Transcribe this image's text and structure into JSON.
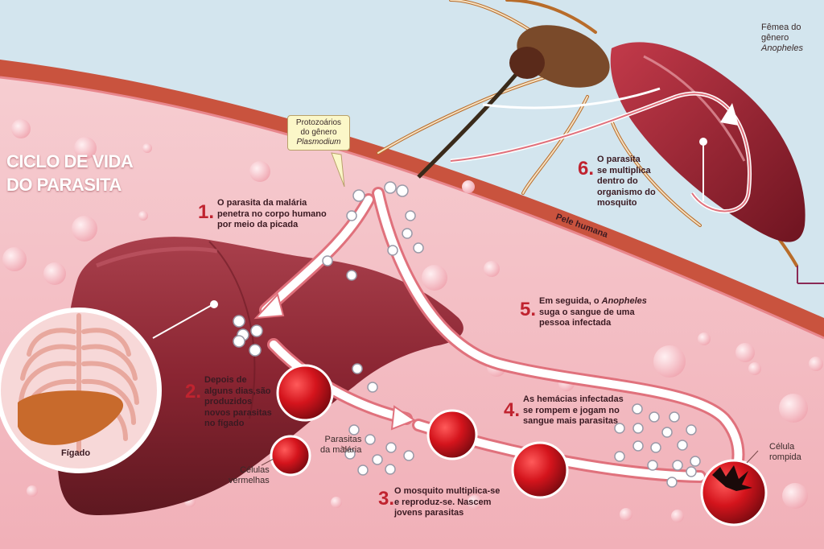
{
  "title": {
    "line1": "CICLO DE VIDA",
    "line2": "DO PARASITA"
  },
  "colors": {
    "accent_red": "#c0232f",
    "skin_pink": "#f2bcc2",
    "liver": "#8a2a35",
    "arrow": "#ffffff"
  },
  "callout": {
    "line1": "Protozoários",
    "line2": "do gênero",
    "line3": "Plasmodium"
  },
  "mosquito_label": {
    "line1": "Fêmea do",
    "line2": "gênero",
    "line3": "Anopheles"
  },
  "skin_label": "Pele humana",
  "steps": [
    {
      "number": "1.",
      "lines": [
        "O parasita da malária",
        "penetra no corpo humano",
        "por meio da picada"
      ]
    },
    {
      "number": "2.",
      "lines": [
        "Depois de",
        "alguns dias,são",
        "produzidos",
        "novos parasitas",
        "no fígado"
      ]
    },
    {
      "number": "3.",
      "lines": [
        "O mosquito multiplica-se",
        "e reproduz-se. Nascem",
        "jovens parasitas"
      ]
    },
    {
      "number": "4.",
      "lines": [
        "As hemácias infectadas",
        "se rompem e jogam no",
        "sangue mais parasitas"
      ]
    },
    {
      "number": "5.",
      "line1_prefix": "Em seguida, o ",
      "line1_italic": "Anopheles",
      "lines": [
        "suga o sangue de uma",
        "pessoa infectada"
      ]
    },
    {
      "number": "6.",
      "lines": [
        "O parasita",
        "se multiplica",
        "dentro do",
        "organismo do",
        "mosquito"
      ]
    }
  ],
  "labels": {
    "liver": "Fígado",
    "red_cells": [
      "Células",
      "vermelhas"
    ],
    "malaria_parasites": [
      "Parasitas",
      "da malária"
    ],
    "ruptured_cell": [
      "Célula",
      "rompida"
    ]
  },
  "icons": [
    "mosquito-icon",
    "liver-icon",
    "ribcage-icon",
    "red-blood-cell-icon",
    "parasite-icon",
    "flow-arrow-icon"
  ]
}
